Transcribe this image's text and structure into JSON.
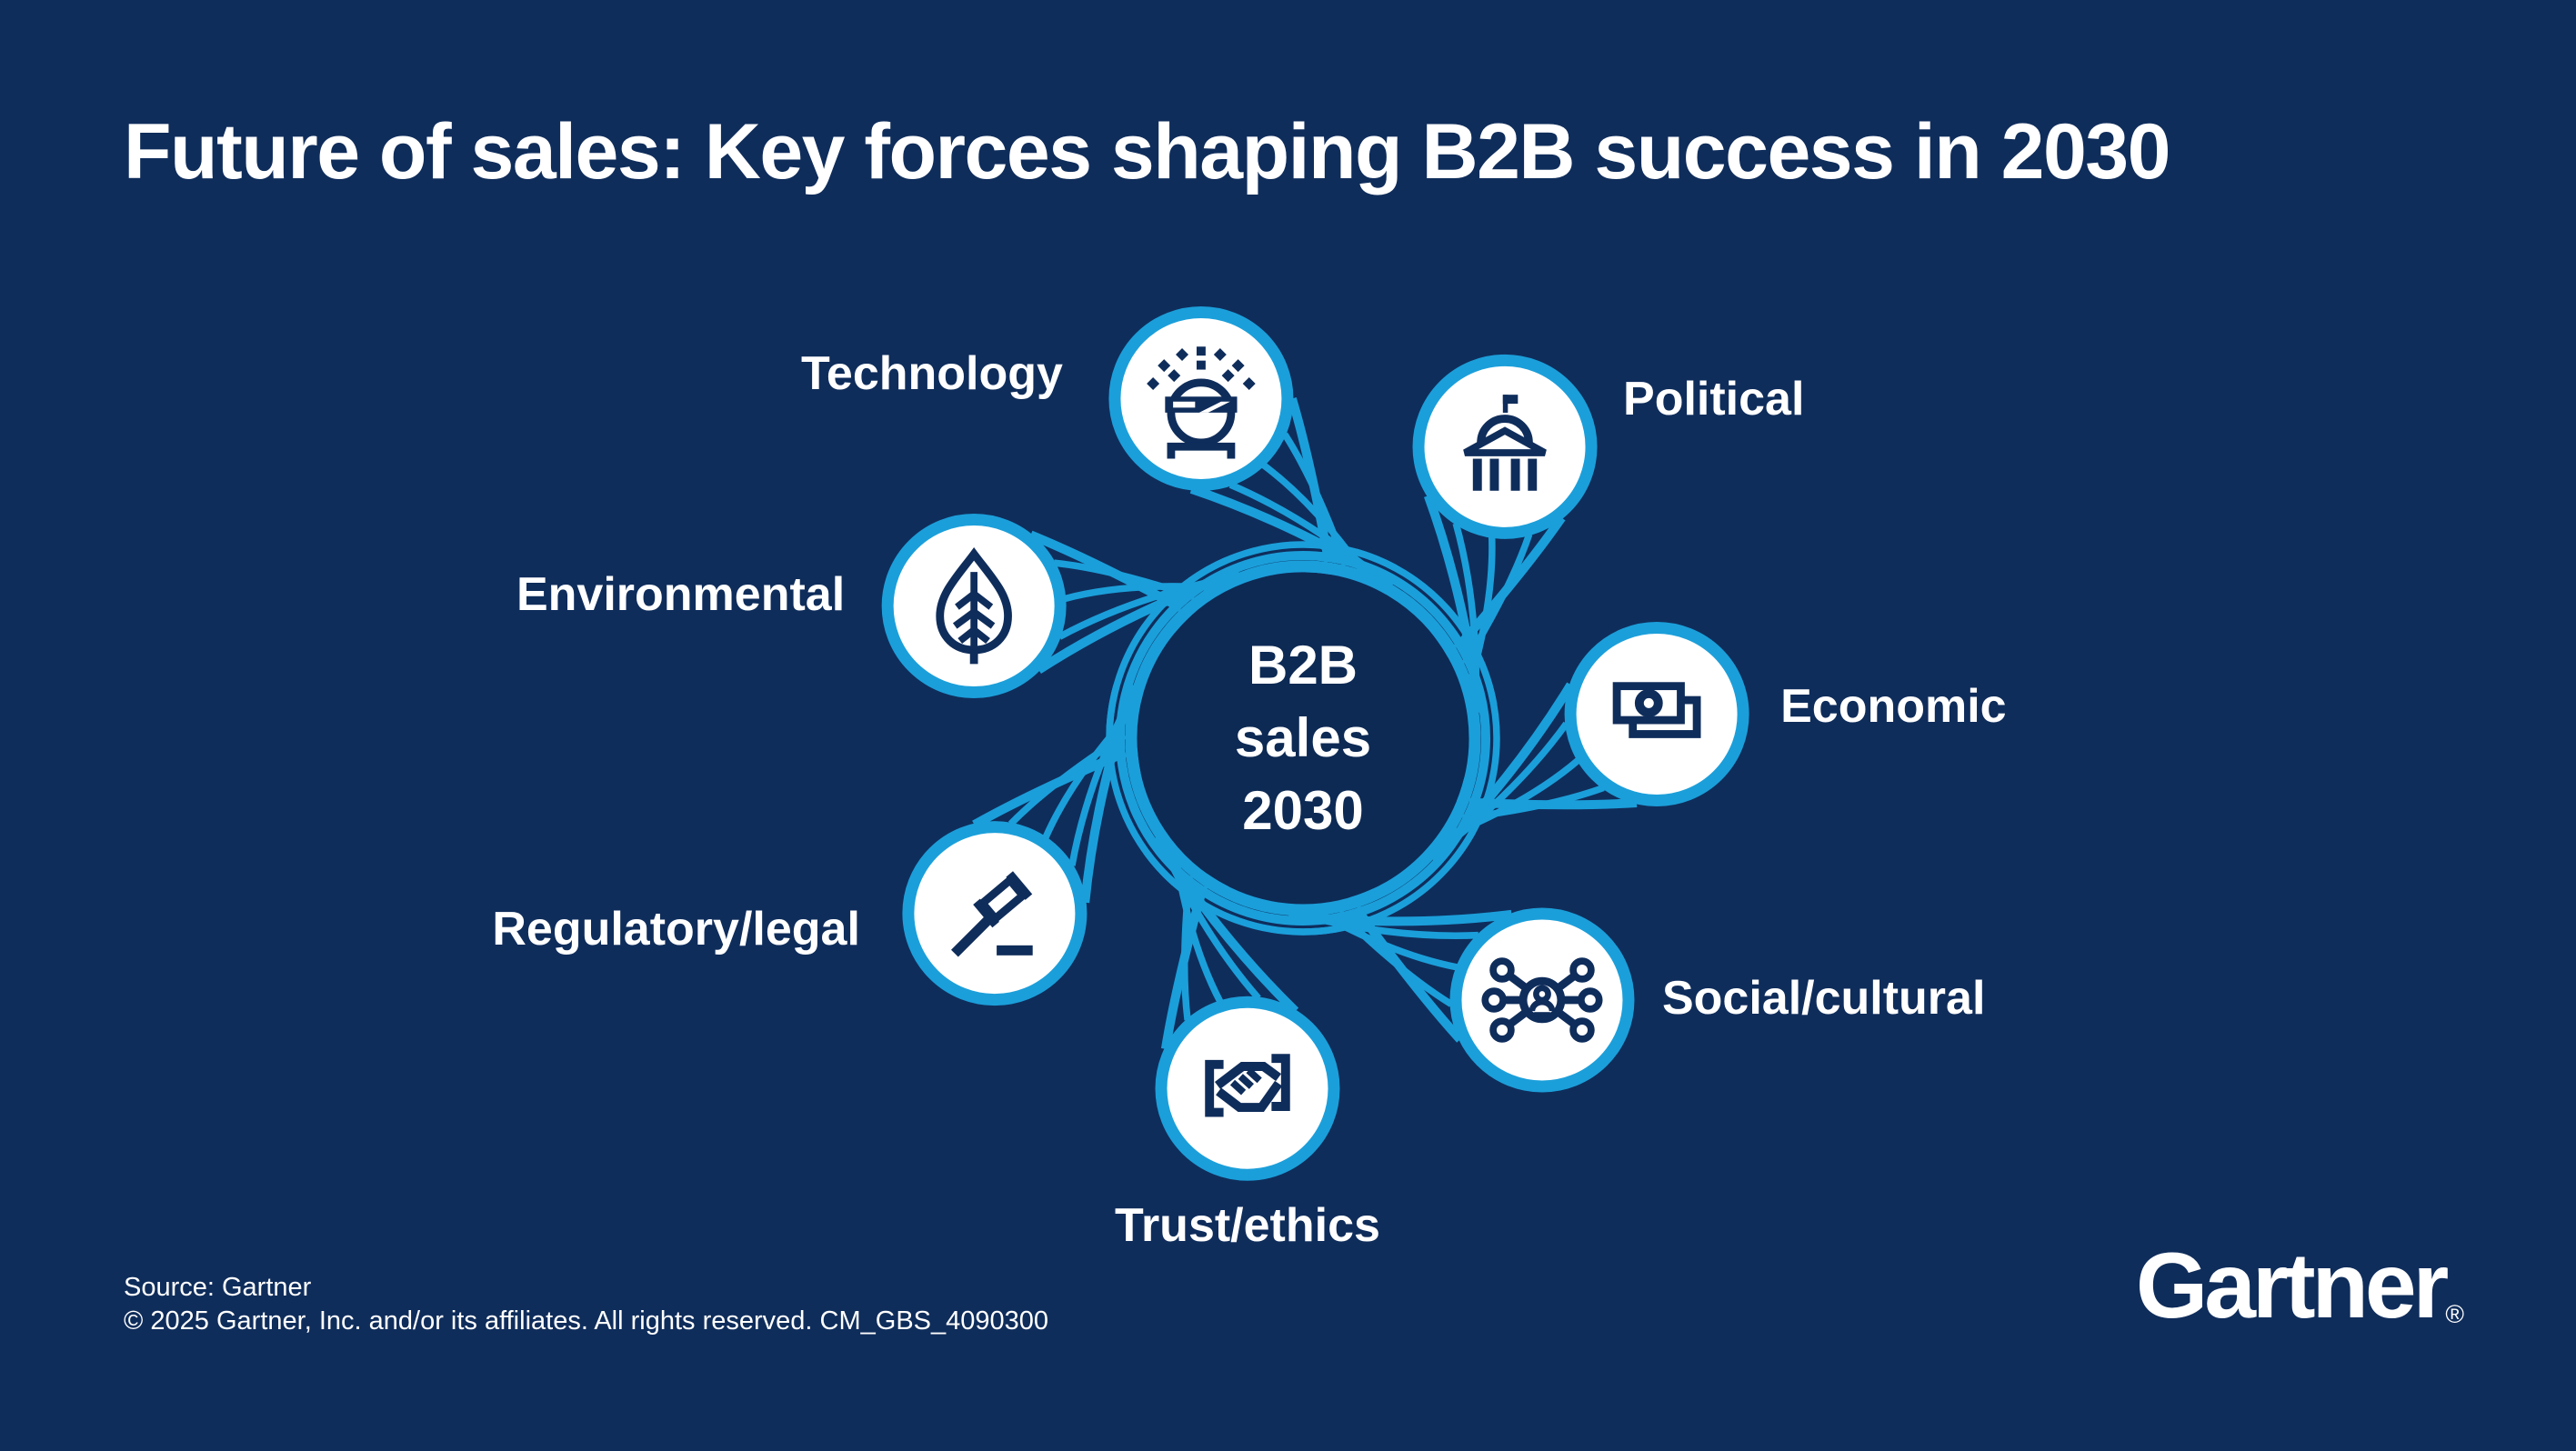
{
  "title": "Future of sales: Key forces shaping B2B success in 2030",
  "center": {
    "line1": "B2B",
    "line2": "sales",
    "line3": "2030"
  },
  "nodes": [
    {
      "id": "technology",
      "label": "Technology",
      "icon": "technology-icon",
      "angle_deg": -106.7,
      "label_side": "left"
    },
    {
      "id": "political",
      "label": "Political",
      "icon": "capitol-icon",
      "angle_deg": -55.3,
      "label_side": "right"
    },
    {
      "id": "economic",
      "label": "Economic",
      "icon": "banknotes-icon",
      "angle_deg": -3.9,
      "label_side": "right"
    },
    {
      "id": "social_cultural",
      "label": "Social/cultural",
      "icon": "people-network-icon",
      "angle_deg": 47.6,
      "label_side": "right"
    },
    {
      "id": "trust_ethics",
      "label": "Trust/ethics",
      "icon": "handshake-icon",
      "angle_deg": 99.0,
      "label_side": "bottom"
    },
    {
      "id": "regulatory_legal",
      "label": "Regulatory/legal",
      "icon": "gavel-icon",
      "angle_deg": 150.4,
      "label_side": "left"
    },
    {
      "id": "environmental",
      "label": "Environmental",
      "icon": "leaf-icon",
      "angle_deg": -158.1,
      "label_side": "left"
    }
  ],
  "footer": {
    "source_line": "Source: Gartner",
    "copyright_line": "© 2025 Gartner, Inc. and/or its affiliates. All rights reserved. CM_GBS_4090300"
  },
  "brand": {
    "logo_text": "Gartner",
    "registered_mark": "®"
  },
  "colors": {
    "background": "#0F2D5B",
    "accent_blue": "#1B9FDA",
    "icon_navy": "#0F2D5B",
    "center_disk": "#0D2A54",
    "text_white": "#FFFFFF"
  }
}
